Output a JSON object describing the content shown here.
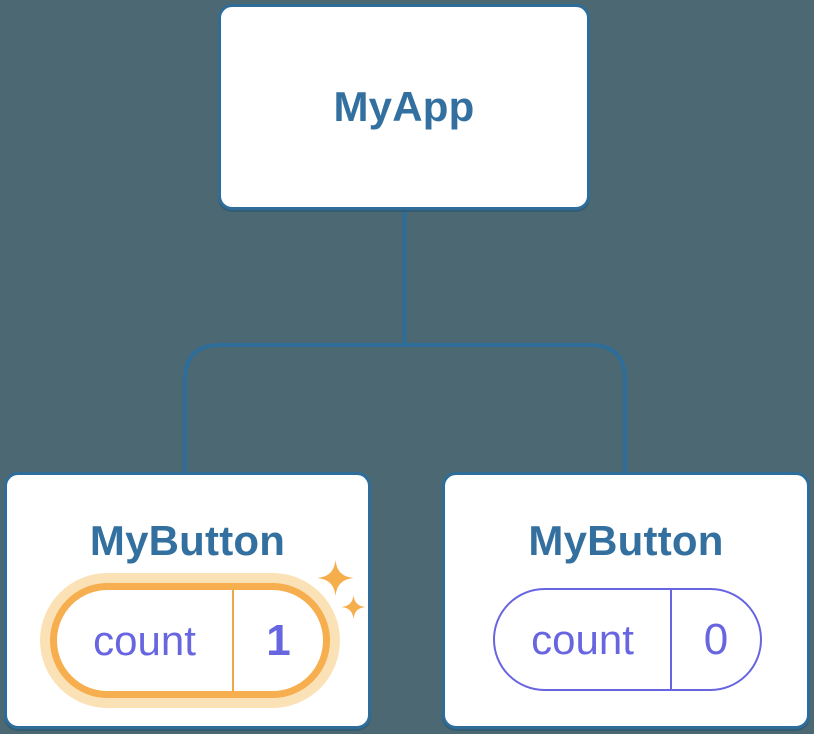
{
  "diagram": {
    "description": "React component tree with state",
    "background_color": "#4C6973",
    "root_node": {
      "label": "MyApp"
    },
    "children": [
      {
        "label": "MyButton",
        "state_pill": {
          "name": "count",
          "value": "1"
        },
        "highlighted": true
      },
      {
        "label": "MyButton",
        "state_pill": {
          "name": "count",
          "value": "0"
        },
        "highlighted": false
      }
    ],
    "colors": {
      "node_border": "#2E6D9A",
      "node_background": "#FFFFFF",
      "label_text": "#33709F",
      "state_text": "#6865E1",
      "pill_border": "#6865E1",
      "highlight_orange": "#F6AE4E",
      "highlight_glow": "#FBE2B6",
      "divider_orange": "#F0A74A",
      "sparkle": "#F6AD4B",
      "connector": "#2E6D9A"
    }
  }
}
